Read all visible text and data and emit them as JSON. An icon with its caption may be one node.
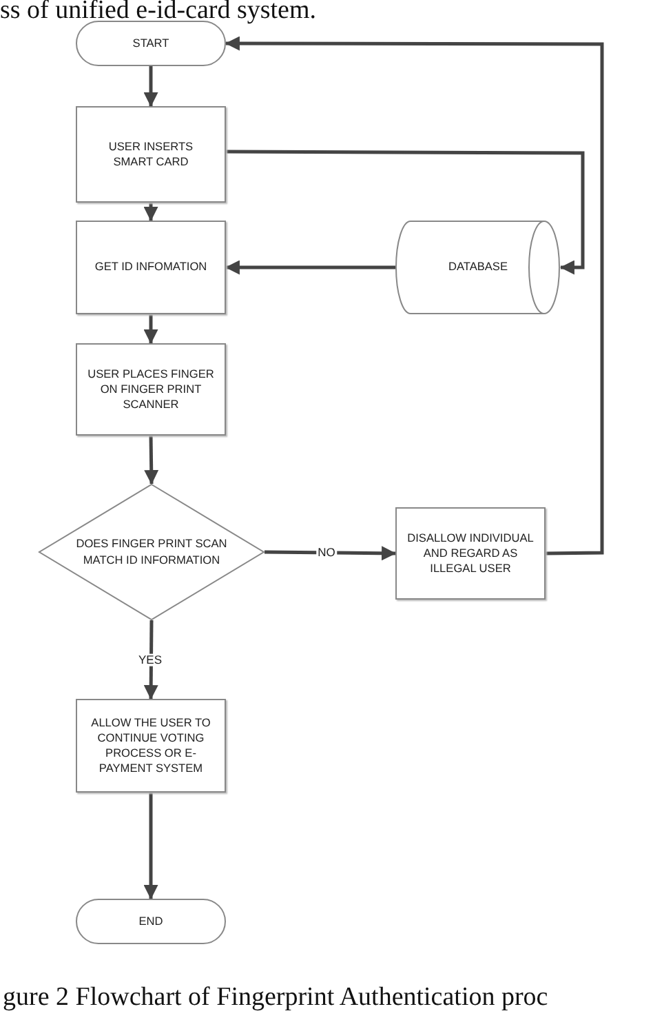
{
  "diagram": {
    "caption": "gure 2 Flowchart of Fingerprint Authentication proc",
    "nodes": [
      {
        "text": [
          "START"
        ]
      },
      {
        "text": [
          "USER INSERTS SMART CARD"
        ]
      },
      {
        "text": [
          "GET ID INFOMATION"
        ]
      },
      {
        "text": [
          "DATABASE"
        ]
      },
      {
        "text": [
          "USER PLACES FINGER ON FINGER PRINT SCANNER"
        ]
      },
      {
        "text": [
          "DOES FINGER PRINT SCAN MATCH ID INFORMATION"
        ]
      },
      {
        "text": [
          "DISALLOW INDIVIDUAL AND REGARD AS ILLEGAL USER"
        ]
      },
      {
        "text": [
          "ALLOW THE USER TO CONTINUE VOTING PROCESS OR E-PAYMENT SYSTEM"
        ]
      },
      {
        "text": [
          "END"
        ]
      }
    ],
    "edges": [
      {
        "from": 0,
        "to": 1,
        "arrow": "to"
      },
      {
        "from": 1,
        "to": 2,
        "arrow": "to"
      },
      {
        "from": 1,
        "to": 3,
        "arrow": "to"
      },
      {
        "from": 3,
        "to": 2,
        "arrow": "to"
      },
      {
        "from": 2,
        "to": 4,
        "arrow": "to"
      },
      {
        "from": 4,
        "to": 5,
        "arrow": "to"
      },
      {
        "from": 5,
        "to": 6,
        "arrow": "to",
        "label": "NO"
      },
      {
        "from": 6,
        "to": 0,
        "arrow": "to"
      },
      {
        "from": 5,
        "to": 7,
        "arrow": "to",
        "label": "YES"
      },
      {
        "from": 7,
        "to": 8,
        "arrow": "to"
      }
    ],
    "labels": [
      "ss of unified e-id-card system."
    ]
  }
}
